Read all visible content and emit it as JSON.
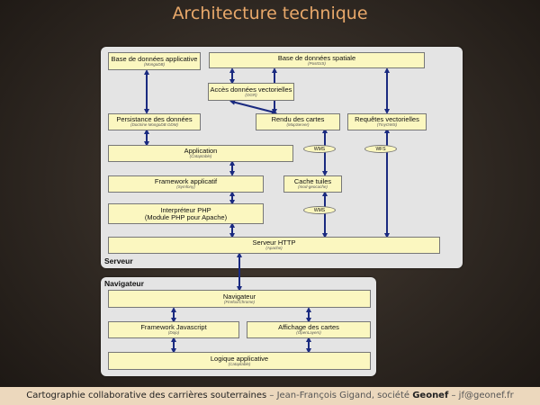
{
  "title": "Architecture technique",
  "panels": {
    "server_label": "Serveur",
    "browser_label": "Navigateur"
  },
  "boxes": {
    "bdd_app": {
      "title": "Base de données applicative",
      "sub": "(MongoDB)"
    },
    "bdd_spatiale": {
      "title": "Base de données spatiale",
      "sub": "(PostGIS)"
    },
    "acces_vect": {
      "title": "Accès données vectorielles",
      "sub": "(OGR)"
    },
    "persistance": {
      "title": "Persistance des données",
      "sub": "(Doctrine MongoDB ODM)"
    },
    "rendu": {
      "title": "Rendu des cartes",
      "sub": "(MapServer)"
    },
    "requetes": {
      "title": "Requêtes vectorielles",
      "sub": "(TinyOWS)"
    },
    "application": {
      "title": "Application",
      "sub": "(Cataptable)"
    },
    "framework_app": {
      "title": "Framework applicatif",
      "sub": "(Symfony)"
    },
    "cache": {
      "title": "Cache tuiles",
      "sub": "(mod-geocache)"
    },
    "php_line1": "Interpréteur PHP",
    "php_line2": "(Module PHP pour Apache)",
    "serveur_http": {
      "title": "Serveur HTTP",
      "sub": "(Apache)"
    },
    "navigateur": {
      "title": "Navigateur",
      "sub": "(Firefox/Chrome)"
    },
    "framework_js": {
      "title": "Framework Javascript",
      "sub": "(Dojo)"
    },
    "affichage": {
      "title": "Affichage des cartes",
      "sub": "(OpenLayers)"
    },
    "logique": {
      "title": "Logique applicative",
      "sub": "(Cataptable)"
    }
  },
  "pills": {
    "wms1": "WMS",
    "wfs": "WFS",
    "wms2": "WMS"
  },
  "footer": {
    "project": "Cartographie collaborative des carrières souterraines",
    "sep1": " – Jean-François Gigand, société ",
    "company": "Geonef",
    "sep2": " – jf@geonef.fr"
  },
  "colors": {
    "arrow": "#1a2a80",
    "box": "#fbf7c0",
    "title": "#e8a86a"
  }
}
